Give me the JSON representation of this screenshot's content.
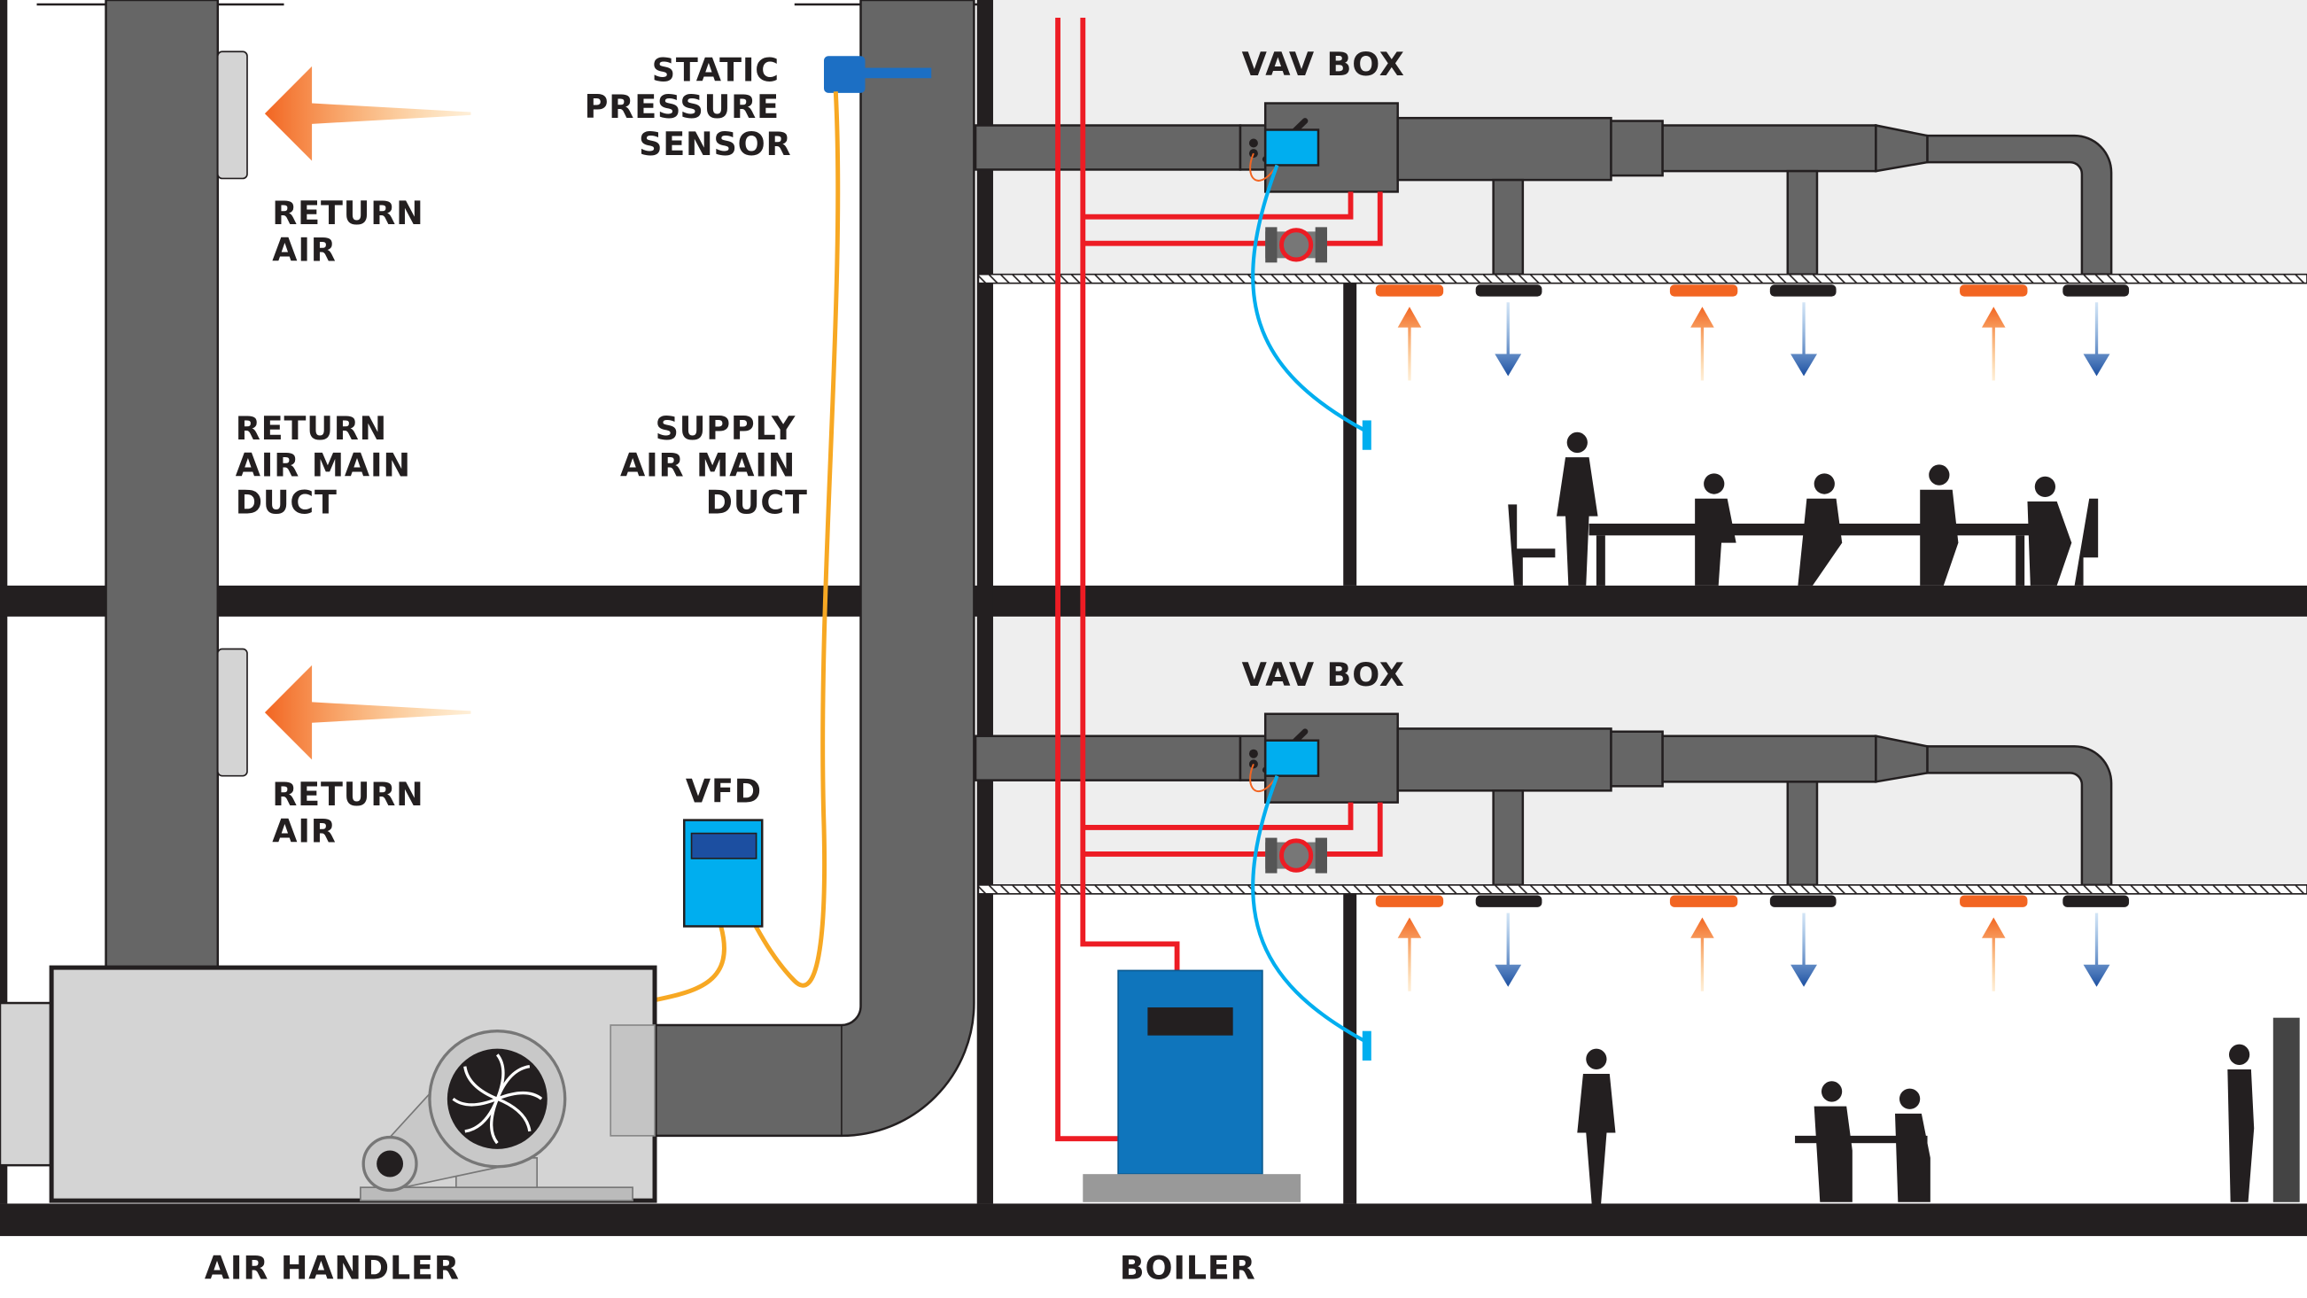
{
  "labels": {
    "static_pressure_sensor": [
      "STATIC",
      "PRESSURE",
      "SENSOR"
    ],
    "return_air_upper": [
      "RETURN",
      "AIR"
    ],
    "return_air_lower": [
      "RETURN",
      "AIR"
    ],
    "return_air_main_duct": [
      "RETURN",
      "AIR MAIN",
      "DUCT"
    ],
    "supply_air_main_duct": [
      "SUPPLY",
      "AIR MAIN",
      "DUCT"
    ],
    "vav_box_upper": "VAV BOX",
    "vav_box_lower": "VAV BOX",
    "vfd": "VFD",
    "air_handler": "AIR HANDLER",
    "boiler": "BOILER"
  },
  "colors": {
    "duct": "#666666",
    "hot_water_pipe": "#ed1c24",
    "sensor_blue": "#00aeef",
    "boiler_blue": "#0f75bc",
    "warm_air": "#f26522",
    "cool_air": "#1c4fa1",
    "signal_wire": "#f7a823",
    "ceiling_plenum": "#eeeeee"
  }
}
